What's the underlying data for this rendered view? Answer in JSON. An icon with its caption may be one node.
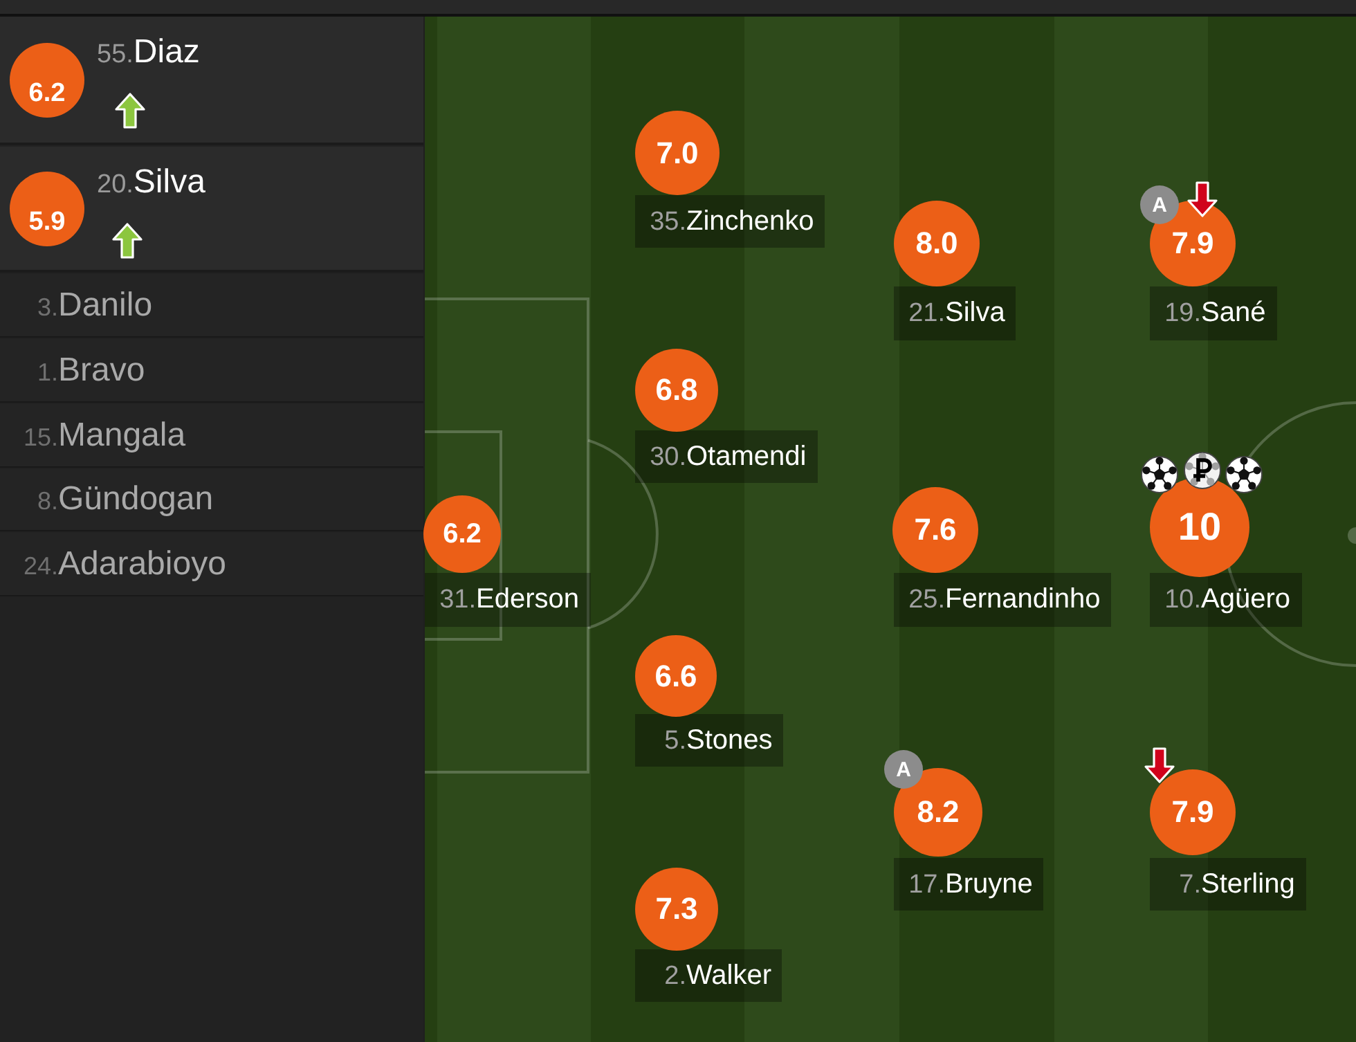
{
  "diagram": {
    "nodes": [
      {
        "text": [
          "55.",
          "Diaz"
        ]
      },
      {
        "text": [
          "6.2"
        ],
        "in": 0
      },
      {
        "text": [
          "20.",
          "Silva"
        ]
      },
      {
        "text": [
          "5.9"
        ],
        "in": 2
      },
      {
        "text": [
          "3.",
          "Danilo"
        ]
      },
      {
        "text": [
          "1.",
          "Bravo"
        ]
      },
      {
        "text": [
          "15.",
          "Mangala"
        ]
      },
      {
        "text": [
          "8.",
          "Gündogan"
        ]
      },
      {
        "text": [
          "24.",
          "Adarabioyo"
        ]
      },
      {
        "text": [
          "6.2"
        ]
      },
      {
        "text": [
          "31.",
          "Ederson"
        ]
      },
      {
        "text": [
          "7.0"
        ]
      },
      {
        "text": [
          "35.",
          "Zinchenko"
        ]
      },
      {
        "text": [
          "6.8"
        ]
      },
      {
        "text": [
          "30.",
          "Otamendi"
        ]
      },
      {
        "text": [
          "6.6"
        ]
      },
      {
        "text": [
          "5.",
          "Stones"
        ]
      },
      {
        "text": [
          "7.3"
        ]
      },
      {
        "text": [
          "2.",
          "Walker"
        ]
      },
      {
        "text": [
          "8.0"
        ]
      },
      {
        "text": [
          "21.",
          "Silva"
        ]
      },
      {
        "text": [
          "7.6"
        ]
      },
      {
        "text": [
          "25.",
          "Fernandinho"
        ]
      },
      {
        "text": [
          "A"
        ]
      },
      {
        "text": [
          "8.2"
        ]
      },
      {
        "text": [
          "17.",
          "Bruyne"
        ]
      },
      {
        "text": [
          "A"
        ]
      },
      {
        "text": [
          "7.9"
        ]
      },
      {
        "text": [
          "19.",
          "Sané"
        ]
      },
      {
        "text": [
          "10"
        ]
      },
      {
        "text": [
          "10.",
          "Agüero"
        ]
      },
      {
        "text": [
          "7.9"
        ]
      },
      {
        "text": [
          "7.",
          "Sterling"
        ]
      }
    ]
  }
}
